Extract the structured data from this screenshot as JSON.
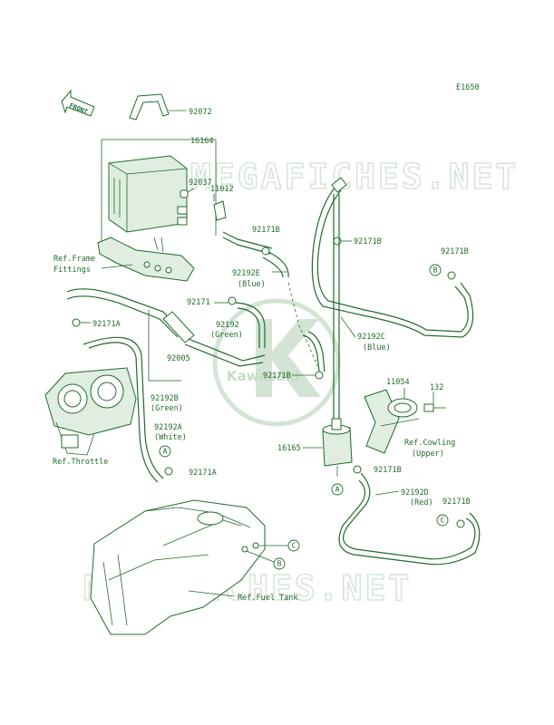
{
  "diagram_code": "E1650",
  "front_label": "FRONT",
  "watermark": "MEGAFICHES.NET",
  "logo_text": "Kawasaki",
  "parts": {
    "p92072": "92072",
    "p16164": "16164",
    "p92037": "92037",
    "p11012": "11012",
    "ref_frame_1": "Ref.Frame",
    "ref_frame_2": "Fittings",
    "p92171b_1": "92171B",
    "p92192e": "92192E",
    "p92192e_c": "(Blue)",
    "p92171b_2": "92171B",
    "p92171b_3": "92171B",
    "p92171": "92171",
    "p92192": "92192",
    "p92192_c": "(Green)",
    "p92192c": "92192C",
    "p92192c_c": "(Blue)",
    "p92171a_1": "92171A",
    "p92005": "92005",
    "p92171b_4": "92171B",
    "p11054": "11054",
    "p132": "132",
    "p92192b": "92192B",
    "p92192b_c": "(Green)",
    "p92192a": "92192A",
    "p92192a_c": "(White)",
    "ref_cowling_1": "Ref.Cowling",
    "ref_cowling_2": "(Upper)",
    "p16165": "16165",
    "ref_throttle": "Ref.Throttle",
    "p92171a_2": "92171A",
    "p92171b_5": "92171B",
    "p92192d": "92192D",
    "p92192d_c": "(Red)",
    "p92171b_6": "92171B",
    "ref_fuel_tank": "Ref.Fuel Tank"
  },
  "connectors": {
    "a1": "A",
    "a2": "A",
    "b1": "B",
    "b2": "B",
    "c1": "C",
    "c2": "C"
  }
}
